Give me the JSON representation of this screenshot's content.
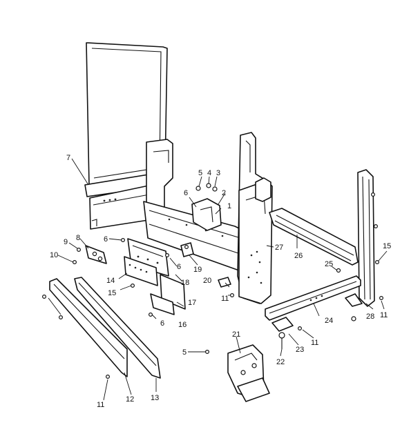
{
  "diagram": {
    "callouts": [
      {
        "id": "c1",
        "text": "1"
      },
      {
        "id": "c2",
        "text": "2"
      },
      {
        "id": "c3",
        "text": "3"
      },
      {
        "id": "c4",
        "text": "4"
      },
      {
        "id": "c5a",
        "text": "5"
      },
      {
        "id": "c5b",
        "text": "5"
      },
      {
        "id": "c6a",
        "text": "6"
      },
      {
        "id": "c6b",
        "text": "6"
      },
      {
        "id": "c6c",
        "text": "6"
      },
      {
        "id": "c6d",
        "text": "6"
      },
      {
        "id": "c7",
        "text": "7"
      },
      {
        "id": "c8",
        "text": "8"
      },
      {
        "id": "c9",
        "text": "9"
      },
      {
        "id": "c10",
        "text": "10"
      },
      {
        "id": "c11a",
        "text": "11"
      },
      {
        "id": "c11b",
        "text": "11"
      },
      {
        "id": "c11c",
        "text": "11"
      },
      {
        "id": "c11d",
        "text": "11"
      },
      {
        "id": "c12",
        "text": "12"
      },
      {
        "id": "c13",
        "text": "13"
      },
      {
        "id": "c14",
        "text": "14"
      },
      {
        "id": "c15a",
        "text": "15"
      },
      {
        "id": "c15b",
        "text": "15"
      },
      {
        "id": "c16",
        "text": "16"
      },
      {
        "id": "c17",
        "text": "17"
      },
      {
        "id": "c18",
        "text": "18"
      },
      {
        "id": "c19",
        "text": "19"
      },
      {
        "id": "c20",
        "text": "20"
      },
      {
        "id": "c21",
        "text": "21"
      },
      {
        "id": "c22",
        "text": "22"
      },
      {
        "id": "c23",
        "text": "23"
      },
      {
        "id": "c24",
        "text": "24"
      },
      {
        "id": "c25",
        "text": "25"
      },
      {
        "id": "c26",
        "text": "26"
      },
      {
        "id": "c27",
        "text": "27"
      },
      {
        "id": "c28",
        "text": "28"
      }
    ]
  }
}
